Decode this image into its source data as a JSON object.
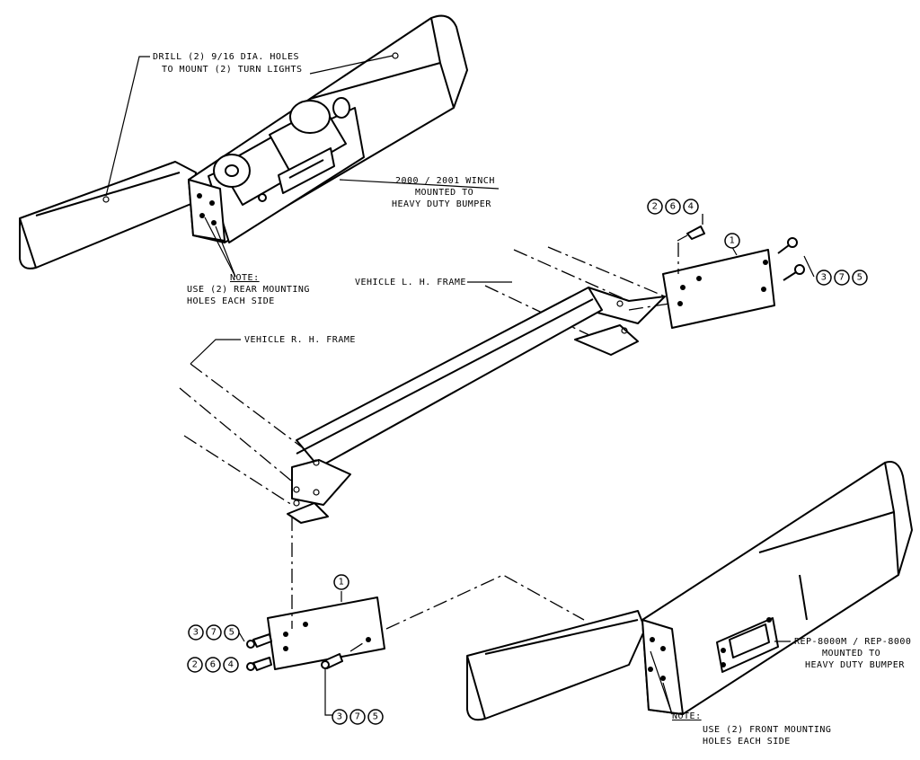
{
  "callouts": {
    "drill_line1": "DRILL (2) 9/16 DIA. HOLES",
    "drill_line2": "TO MOUNT (2) TURN LIGHTS",
    "winch_top_line1": "2000 / 2001 WINCH",
    "winch_top_line2": "MOUNTED TO",
    "winch_top_line3": "HEAVY DUTY BUMPER",
    "note_top_title": "NOTE:",
    "note_top_line1": "USE (2) REAR MOUNTING",
    "note_top_line2": "HOLES EACH SIDE",
    "lh_frame": "VEHICLE L. H. FRAME",
    "rh_frame": "VEHICLE R. H. FRAME",
    "winch_bottom_line1": "REP-8000M / REP-8000",
    "winch_bottom_line2": "MOUNTED TO",
    "winch_bottom_line3": "HEAVY DUTY BUMPER",
    "note_bottom_title": "NOTE:",
    "note_bottom_line1": "USE (2) FRONT MOUNTING",
    "note_bottom_line2": "HOLES EACH SIDE"
  },
  "part_numbers": {
    "bracket_top": "1",
    "bracket_bottom": "1",
    "group_top_a": [
      "2",
      "6",
      "4"
    ],
    "group_top_b": [
      "3",
      "7",
      "5"
    ],
    "group_bottom_a": [
      "3",
      "7",
      "5"
    ],
    "group_bottom_b": [
      "2",
      "6",
      "4"
    ],
    "group_bottom_c": [
      "3",
      "7",
      "5"
    ]
  }
}
